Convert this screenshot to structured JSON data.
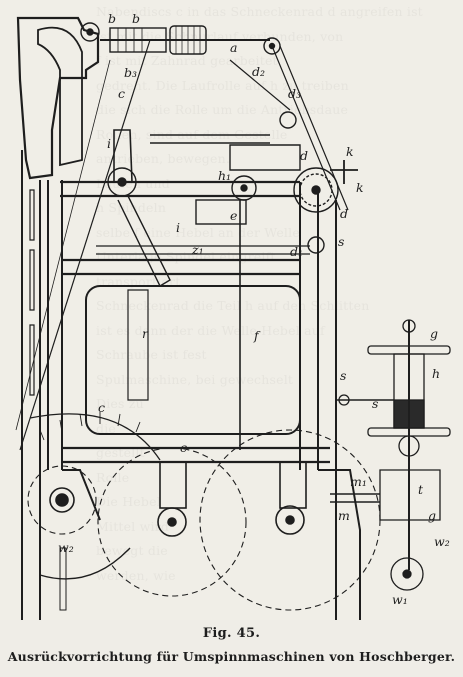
{
  "figure": {
    "number_label": "Fig. 45.",
    "title": "Ausrückvorrichtung für Umspinnmaschinen von Hoschberger."
  },
  "labels": {
    "b1": "b",
    "b2": "b",
    "b3": "b₃",
    "a": "a",
    "c1": "c",
    "c2": "c",
    "d2": "d₂",
    "d3": "d₃",
    "d": "d",
    "d4": "d",
    "d1": "d₁",
    "e": "e",
    "h1": "h₁",
    "i1": "i",
    "i2": "i",
    "k1": "k",
    "k2": "k",
    "s1": "s",
    "s2": "s",
    "s3": "s",
    "z1": "z₁",
    "f": "f",
    "r": "r",
    "g1": "g",
    "g2": "g",
    "h": "h",
    "t": "t",
    "m1": "m₁",
    "m": "m",
    "w2": "w₂",
    "w2b": "w₂",
    "w1": "w₁",
    "c": "c"
  },
  "background_text": [
    "Nabendiscs c in das Schneckenrad d angreifen ist",
    "ist mit die Schnurlauf verbunden, von",
    "f ist mit Zahnrad gearbeitet",
    "gedreht. Die Laufrolle auf h zu treiben",
    "die sich die Rolle um die Antriebsdaue",
    "Rollen, sind auf dem Gestelle",
    "antrieben, bewegen.",
    "Laufen und",
    "h Spindeln",
    "selbe f eine Hebel an der Welle",
    "Unterlage Spindel eingreift",
    "transportiert",
    "Schneckenrad die Teil h auf den Schlitten",
    "ist es dann der die Welle Hebel auf",
    "Schraube ist fest",
    "Spulmaschine, bei gewechselt",
    "Dies zu",
    "die",
    "gestellt",
    "Rolle",
    "Die Hebel",
    "Mittel wird",
    "bewegt die",
    "werden, wie"
  ]
}
